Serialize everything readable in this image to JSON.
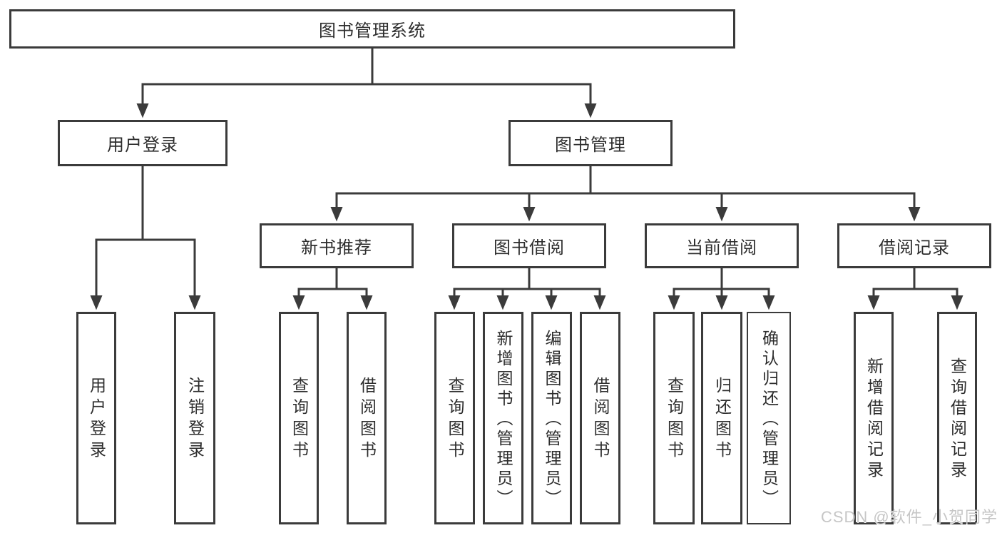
{
  "diagram": {
    "title": "图书管理系统",
    "root": {
      "label": "图书管理系统"
    },
    "branches": [
      {
        "label": "用户登录",
        "children": [
          {
            "label": "用户登录"
          },
          {
            "label": "注销登录"
          }
        ]
      },
      {
        "label": "图书管理",
        "children": [
          {
            "label": "新书推荐",
            "children": [
              {
                "label": "查询图书"
              },
              {
                "label": "借阅图书"
              }
            ]
          },
          {
            "label": "图书借阅",
            "children": [
              {
                "label": "查询图书"
              },
              {
                "label": "新增图书（管理员）"
              },
              {
                "label": "编辑图书（管理员）"
              },
              {
                "label": "借阅图书"
              }
            ]
          },
          {
            "label": "当前借阅",
            "children": [
              {
                "label": "查询图书"
              },
              {
                "label": "归还图书"
              },
              {
                "label": "确认归还（管理员）"
              }
            ]
          },
          {
            "label": "借阅记录",
            "children": [
              {
                "label": "新增借阅记录"
              },
              {
                "label": "查询借阅记录"
              }
            ]
          }
        ]
      }
    ],
    "colors": {
      "line": "#3b3b3b",
      "box_border": "#3b3b3b",
      "box_fill": "#ffffff",
      "text": "#2d2d2d",
      "watermark": "#c6c6c6"
    }
  },
  "watermark": {
    "text": "CSDN @软件_小贺同学"
  }
}
